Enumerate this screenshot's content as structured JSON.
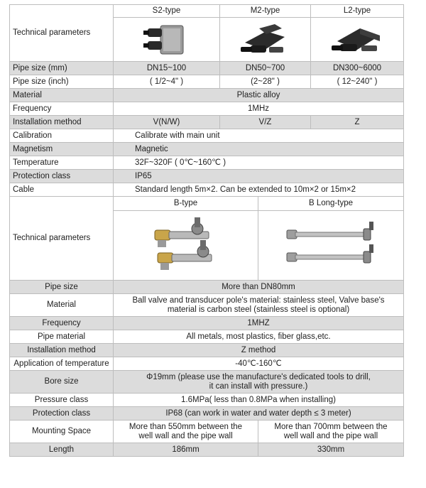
{
  "s_table": {
    "title_label": "Technical parameters",
    "type_headers": [
      "S2-type",
      "M2-type",
      "L2-type"
    ],
    "product_images": [
      "s2-sensor-icon",
      "m2-sensor-icon",
      "l2-sensor-icon"
    ],
    "rows": {
      "pipe_size_mm": {
        "label": "Pipe size (mm)",
        "s2": "DN15~100",
        "m2": "DN50~700",
        "l2": "DN300~6000"
      },
      "pipe_size_inch": {
        "label": "Pipe size (inch)",
        "s2": "( 1/2~4\" )",
        "m2": "(2~28\" )",
        "l2": "( 12~240\" )"
      },
      "material": {
        "label": "Material",
        "value": "Plastic alloy"
      },
      "frequency": {
        "label": "Frequency",
        "value": "1MHz"
      },
      "installation": {
        "label": "Installation method",
        "s2": "V(N/W)",
        "m2": "V/Z",
        "l2": "Z"
      },
      "calibration": {
        "label": "Calibration",
        "value": "Calibrate with main unit"
      },
      "magnetism": {
        "label": "Magnetism",
        "value": "Magnetic"
      },
      "temperature": {
        "label": "Temperature",
        "value": "32F~320F ( 0℃~160℃ )"
      },
      "protection": {
        "label": "Protection class",
        "value": "IP65"
      },
      "cable": {
        "label": "Cable",
        "value": "Standard length 5m×2. Can be extended to 10m×2 or 15m×2"
      }
    }
  },
  "b_table": {
    "title_label": "Technical parameters",
    "type_headers": [
      "B-type",
      "B Long-type"
    ],
    "product_images": [
      "b-type-transducer-icon",
      "b-long-type-transducer-icon"
    ],
    "rows": {
      "pipe_size": {
        "label": "Pipe size",
        "value": "More than DN80mm"
      },
      "material": {
        "label": "Material",
        "line1": "Ball valve and transducer pole's material: stainless steel, Valve base's",
        "line2": "material is carbon steel (stainless steel is optional)"
      },
      "frequency": {
        "label": "Frequency",
        "value": "1MHZ"
      },
      "pipe_material": {
        "label": "Pipe material",
        "value": "All metals, most plastics, fiber glass,etc."
      },
      "installation": {
        "label": "Installation method",
        "value": "Z method"
      },
      "application_temp": {
        "label": "Application of temperature",
        "value": "-40℃-160℃"
      },
      "bore_size": {
        "label": "Bore size",
        "line1": "Φ19mm (please use the manufacture's dedicated tools to drill,",
        "line2": "it can install with pressure.)"
      },
      "pressure": {
        "label": "Pressure class",
        "value": "1.6MPa( less than 0.8MPa when installing)"
      },
      "protection": {
        "label": "Protection class",
        "value": "IP68 (can work in water and water depth ≤ 3 meter)"
      },
      "mounting": {
        "label": "Mounting Space",
        "b_line1": "More than 550mm between the",
        "b_line2": "well wall and the pipe wall",
        "bl_line1": "More than 700mm between the",
        "bl_line2": "well wall and the pipe wall"
      },
      "length": {
        "label": "Length",
        "b": "186mm",
        "bl": "330mm"
      }
    }
  },
  "colors": {
    "shade": "#dcdcdc",
    "border": "#bdbdbd"
  }
}
